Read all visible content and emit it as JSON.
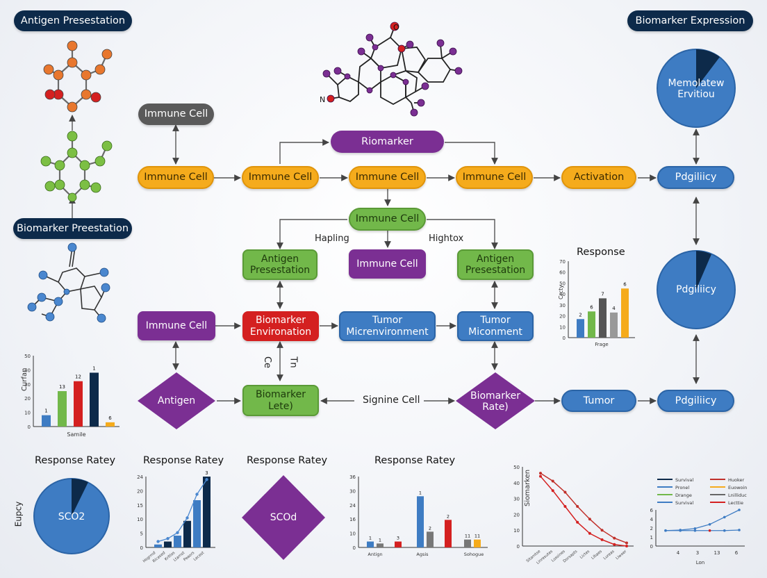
{
  "corner_labels": {
    "antigen_presentation": "Antigen Presestation",
    "biomarker_expression": "Biomarker Expression",
    "biomarker_presentation": "Biomarker Preestation"
  },
  "nodes": {
    "immune_cell_top": "Immune Cell",
    "biomarker_top": "Riomarker",
    "row1_cell_a": "Immune Cell",
    "row1_cell_b": "Immune Cell",
    "row1_cell_c": "Immune Cell",
    "row1_cell_d": "Immune Cell",
    "activation": "Activation",
    "pdgiliicy_row1": "Pdgiliicy",
    "center_immune_cell": "Immune Cell",
    "antigen_presentation_left": "Antigen Presestation",
    "immune_cell_mid": "Immune Cell",
    "antigen_presentation_right": "Antigen Presestation",
    "immune_cell_row3": "Immune Cell",
    "biomarker_environation": "Biomarker Environation",
    "tumor_microenvironment": "Tumor Micrenvironment",
    "tumor_miconment": "Tumor Miconment",
    "antigen_diamond": "Antigen",
    "biomarker_lete": "Biomarker Lete)",
    "signine_cell": "Signine Cell",
    "biomarker_rate_diamond": "Biomarker Rate)",
    "tumor_row4": "Tumor",
    "pdgiliicy_row4": "Pdgiliicy"
  },
  "edge_labels": {
    "hapling": "Hapling",
    "hightox": "Hightox",
    "ce": "Ce",
    "tn": "Tn"
  },
  "pies": {
    "top_right_text": "Memolatew Ervitiou",
    "mid_right_text": "Pdgiliicy",
    "bottom_left_text": "SCO2",
    "bottom_diamond_text": "SCOd"
  },
  "colors": {
    "orange": "#f5ab1c",
    "purple": "#7b2f93",
    "green": "#72b84a",
    "red": "#d42020",
    "blue": "#3e7cc3",
    "dark": "#0d2a4a",
    "gray": "#5a5a5a"
  },
  "chart_data": [
    {
      "id": "left-bar",
      "type": "bar",
      "xlabel": "Samile",
      "ylabel": "Curfan",
      "ylim": [
        0,
        50
      ],
      "yticks": [
        "0",
        "10",
        "20",
        "30",
        "40",
        "50"
      ],
      "values": [
        8,
        25,
        32,
        38,
        3
      ],
      "data_labels": [
        "1",
        "13",
        "12",
        "1",
        "6"
      ],
      "colors": [
        "#3e7cc3",
        "#72b84a",
        "#d42020",
        "#0d2a4a",
        "#f5ab1c"
      ]
    },
    {
      "id": "response-bar",
      "type": "bar",
      "title": "Response",
      "xlabel": "Frage",
      "ylabel": "Crcty",
      "ylim": [
        0,
        70
      ],
      "yticks": [
        "0",
        "10",
        "20",
        "30",
        "40",
        "50",
        "60",
        "70"
      ],
      "values": [
        17,
        24,
        36,
        23,
        45
      ],
      "data_labels": [
        "2",
        "6",
        "7",
        "4",
        "6"
      ],
      "colors": [
        "#3e7cc3",
        "#72b84a",
        "#555555",
        "#999999",
        "#f5ab1c"
      ]
    },
    {
      "id": "pie-bottom",
      "type": "pie",
      "title": "Response Ratey",
      "ylabel": "Eupcy"
    },
    {
      "id": "response-bar-line",
      "type": "bar",
      "title": "Response Ratey",
      "ylim": [
        0,
        24
      ],
      "yticks": [
        "0",
        "5",
        "10",
        "15",
        "20",
        "24"
      ],
      "values": [
        1,
        2,
        4,
        9,
        16,
        24
      ],
      "line_values": [
        2,
        3,
        5,
        10,
        18,
        23
      ],
      "data_labels": [
        "",
        "",
        "",
        "",
        "",
        "3"
      ],
      "categories": [
        "Hsgrmd",
        "Ricesed",
        "Kritlos",
        "Ltamst",
        "Peaors",
        "Lecest"
      ],
      "colors": [
        "#3e7cc3",
        "#0d2a4a",
        "#3e7cc3",
        "#0d2a4a",
        "#3e7cc3",
        "#0d2a4a"
      ]
    },
    {
      "id": "diamond-chart",
      "title": "Response Ratey"
    },
    {
      "id": "grouped-bar",
      "type": "bar",
      "title": "Response Ratey",
      "ylim": [
        0,
        36
      ],
      "yticks": [
        "0",
        "10",
        "16",
        "24",
        "30",
        "36"
      ],
      "categories": [
        "Antign",
        "Agsis",
        "Sohogue"
      ],
      "series": [
        {
          "values": [
            3,
            26,
            3
          ]
        },
        {
          "values": [
            2,
            8,
            4
          ]
        },
        {
          "values": [
            3,
            14,
            4
          ]
        }
      ],
      "data_labels": [
        "1",
        "1",
        "3",
        "1",
        "2",
        "2",
        "11",
        "11"
      ]
    },
    {
      "id": "line-chart",
      "type": "line",
      "ylabel": "Siomarken",
      "yticks": [
        "0",
        "10",
        "20",
        "30",
        "40",
        "50"
      ],
      "categories": [
        "Sitamtse",
        "Linresutes",
        "Lossines",
        "Dorsapts",
        "Lictes",
        "Libaes",
        "Lureas",
        "Liwoer"
      ],
      "series": [
        {
          "values": [
            46,
            41,
            34,
            25,
            17,
            10,
            5,
            2
          ]
        },
        {
          "values": [
            44,
            35,
            25,
            15,
            8,
            4,
            1,
            0
          ]
        }
      ],
      "colors": [
        "#c0302a",
        "#d42020"
      ]
    },
    {
      "id": "legend-line",
      "type": "line",
      "legend": [
        {
          "name": "Survival",
          "color": "#0d2a4a"
        },
        {
          "name": "Huoker",
          "color": "#c0302a"
        },
        {
          "name": "Pronel",
          "color": "#3e7cc3"
        },
        {
          "name": "Euowoin",
          "color": "#f5ab1c"
        },
        {
          "name": "Drange",
          "color": "#72b84a"
        },
        {
          "name": "Lnilliduc",
          "color": "#666666"
        },
        {
          "name": "Survival",
          "color": "#3e7cc3"
        },
        {
          "name": "Lecttie",
          "color": "#d42020"
        }
      ],
      "xlabel": "Lon",
      "xticks": [
        "4",
        "3",
        "13",
        "6"
      ],
      "yticks": [
        "0",
        "1",
        "2",
        "4",
        "6"
      ],
      "series": [
        {
          "values": [
            3,
            3.1,
            3.4,
            4.2,
            5.6,
            7
          ]
        },
        {
          "values": [
            3,
            3,
            3,
            3,
            3,
            3.1
          ]
        }
      ]
    }
  ]
}
